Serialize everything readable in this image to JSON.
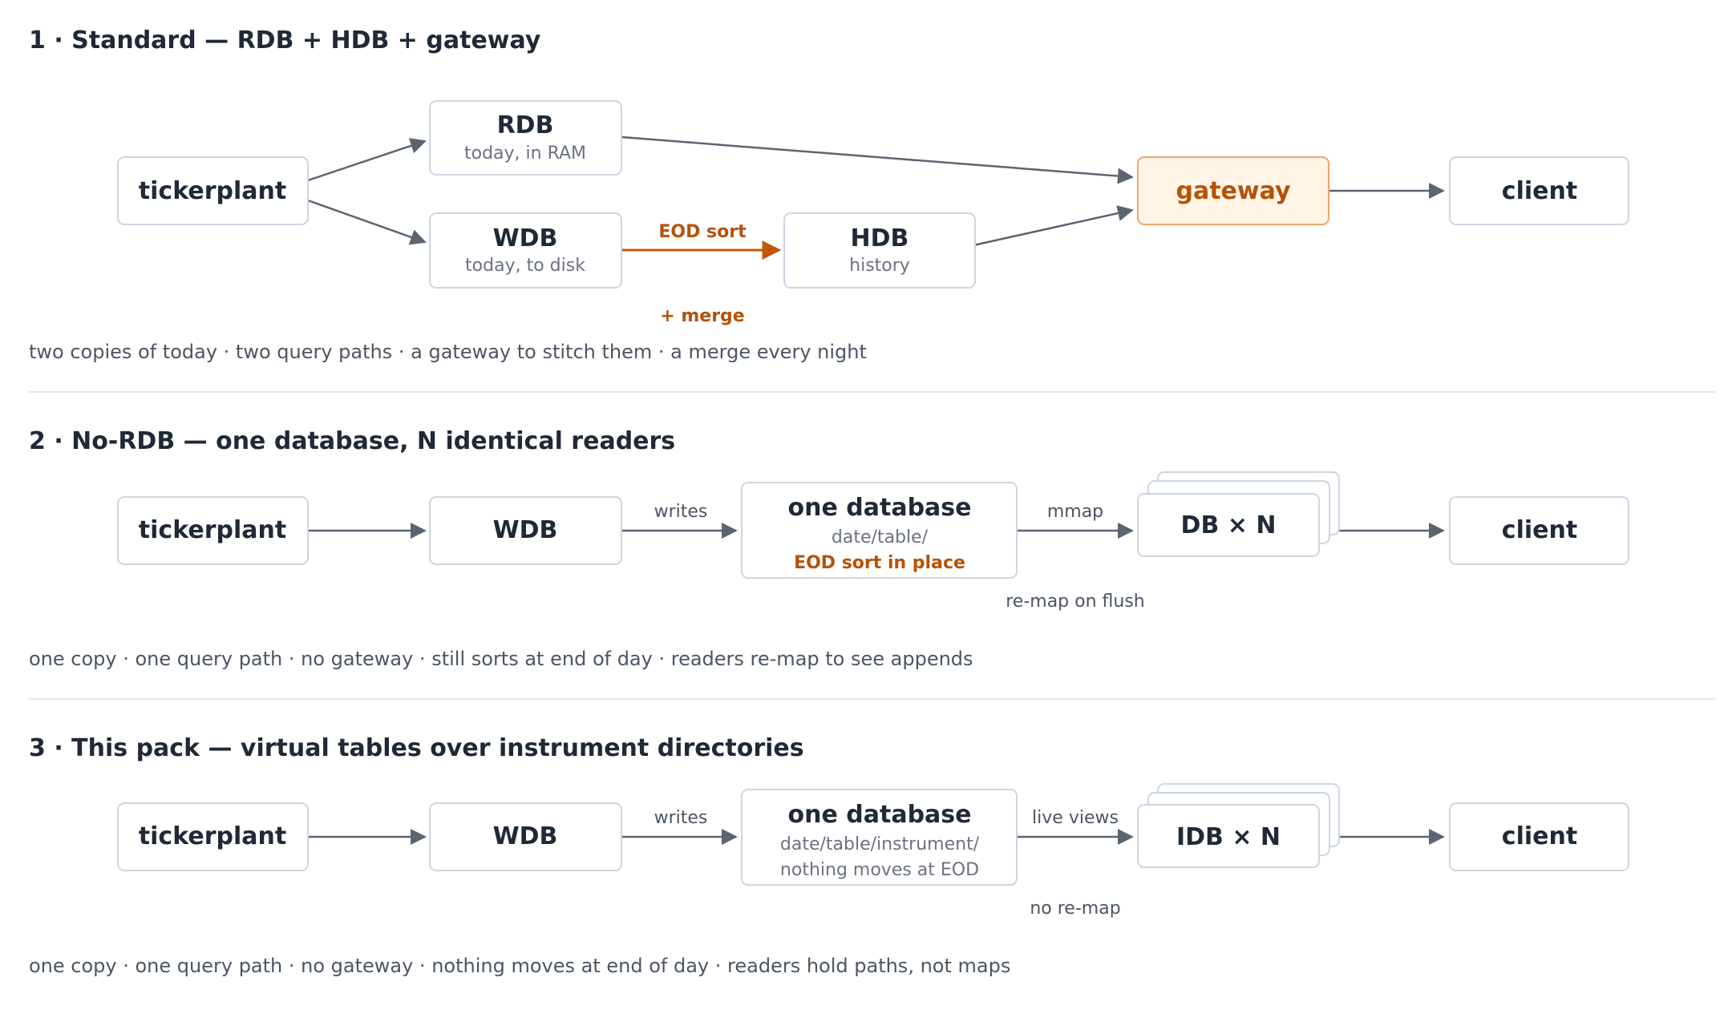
{
  "colors": {
    "text": "#1f2937",
    "subtle_text": "#6b7280",
    "border": "#cbd5e1",
    "arrow": "#5b6472",
    "accent": "#b45309",
    "accent_fill": "#fff4e5",
    "accent_border": "#e9a866",
    "divider": "#e5e7eb"
  },
  "sections": [
    {
      "title": "1 · Standard — RDB + HDB + gateway",
      "caption": "two copies of today · two query paths · a gateway to stitch them · a merge every night",
      "nodes": {
        "tickerplant": "tickerplant",
        "rdb_title": "RDB",
        "rdb_sub": "today, in RAM",
        "wdb_title": "WDB",
        "wdb_sub": "today, to disk",
        "hdb_title": "HDB",
        "hdb_sub": "history",
        "gateway": "gateway",
        "client": "client"
      },
      "edge_labels": {
        "eod_sort": "EOD sort",
        "merge": "+ merge"
      }
    },
    {
      "title": "2 · No-RDB — one database, N identical readers",
      "caption": "one copy · one query path · no gateway · still sorts at end of day · readers re-map to see appends",
      "nodes": {
        "tickerplant": "tickerplant",
        "wdb": "WDB",
        "db_title": "one database",
        "db_sub": "date/table/",
        "db_note": "EOD sort in place",
        "readers": "DB × N",
        "client": "client"
      },
      "edge_labels": {
        "writes": "writes",
        "mmap": "mmap",
        "remap": "re-map on flush"
      }
    },
    {
      "title": "3 · This pack — virtual tables over instrument directories",
      "caption": "one copy · one query path · no gateway · nothing moves at end of day · readers hold paths, not maps",
      "nodes": {
        "tickerplant": "tickerplant",
        "wdb": "WDB",
        "db_title": "one database",
        "db_sub1": "date/table/instrument/",
        "db_sub2": "nothing moves at EOD",
        "readers": "IDB × N",
        "client": "client"
      },
      "edge_labels": {
        "writes": "writes",
        "live_views": "live views",
        "no_remap": "no re-map"
      }
    }
  ]
}
